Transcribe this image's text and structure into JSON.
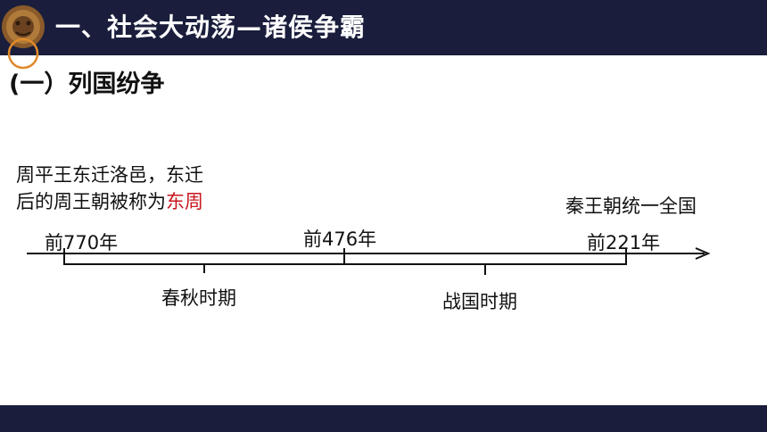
{
  "header": {
    "title": "一、社会大动荡—诸侯争霸"
  },
  "section": {
    "subtitle": "(一）列国纷争"
  },
  "note": {
    "line1": "周平王东迁洛邑，东迁",
    "line2_prefix": "后的周王朝被称为",
    "line2_highlight": "东周"
  },
  "timeline": {
    "qin_label": "秦王朝统一全国",
    "dates": [
      "前770年",
      "前476年",
      "前221年"
    ],
    "periods": [
      "春秋时期",
      "战国时期"
    ]
  },
  "colors": {
    "header_bg": "#1a1e3c",
    "highlight": "#c8161d",
    "emblem_ring": "#e08a2b"
  }
}
